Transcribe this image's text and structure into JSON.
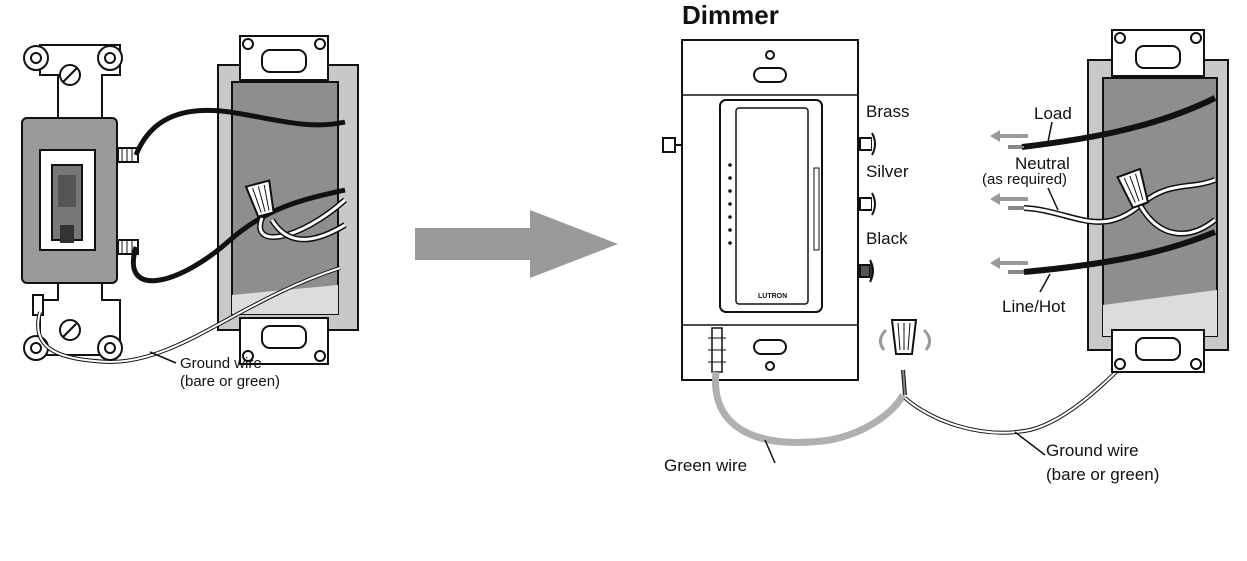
{
  "title": "Dimmer",
  "labels": {
    "brass": "Brass",
    "silver": "Silver",
    "black": "Black",
    "load": "Load",
    "neutral": "Neutral",
    "neutral_note": "(as required)",
    "line_hot": "Line/Hot",
    "green_wire": "Green wire",
    "ground_left_1": "Ground wire",
    "ground_left_2": "(bare or green)",
    "ground_right_1": "Ground wire",
    "ground_right_2": "(bare or green)",
    "brand": "LUTRON"
  },
  "colors": {
    "box_gray": "#9a9a9a",
    "plaster": "#c8c8c8",
    "wire_black": "#111111",
    "arrow_gray": "#9a9a9a",
    "green_wire": "#b0b0b0"
  }
}
